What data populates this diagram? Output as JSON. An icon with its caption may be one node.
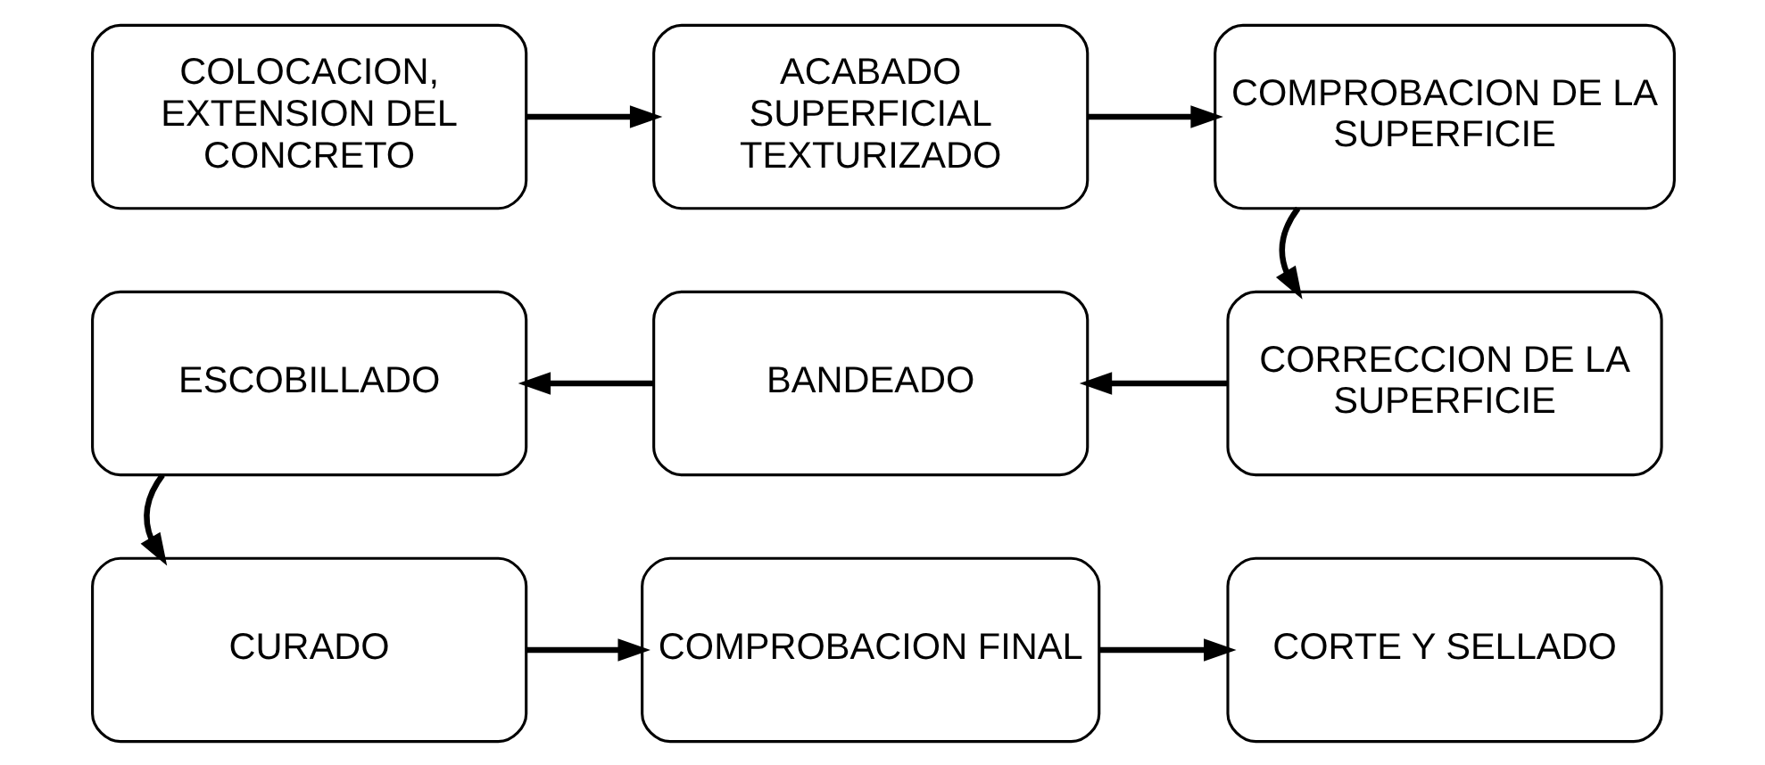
{
  "diagram": {
    "nodes": [
      {
        "text": [
          "COLOCACION, EXTENSION DEL CONCRETO"
        ]
      },
      {
        "text": [
          "ACABADO SUPERFICIAL TEXTURIZADO"
        ]
      },
      {
        "text": [
          "COMPROBACION DE LA SUPERFICIE"
        ]
      },
      {
        "text": [
          "ESCOBILLADO"
        ]
      },
      {
        "text": [
          "BANDEADO"
        ]
      },
      {
        "text": [
          "CORRECCION DE LA SUPERFICIE"
        ]
      },
      {
        "text": [
          "CURADO"
        ]
      },
      {
        "text": [
          "COMPROBACION FINAL"
        ]
      },
      {
        "text": [
          "CORTE Y SELLADO"
        ]
      }
    ],
    "edges": [
      {
        "from": 0,
        "to": 1,
        "arrow": "to"
      },
      {
        "from": 1,
        "to": 2,
        "arrow": "to"
      },
      {
        "from": 2,
        "to": 5,
        "arrow": "to"
      },
      {
        "from": 5,
        "to": 4,
        "arrow": "to"
      },
      {
        "from": 4,
        "to": 3,
        "arrow": "to"
      },
      {
        "from": 3,
        "to": 6,
        "arrow": "to"
      },
      {
        "from": 6,
        "to": 7,
        "arrow": "to"
      },
      {
        "from": 7,
        "to": 8,
        "arrow": "to"
      }
    ]
  }
}
